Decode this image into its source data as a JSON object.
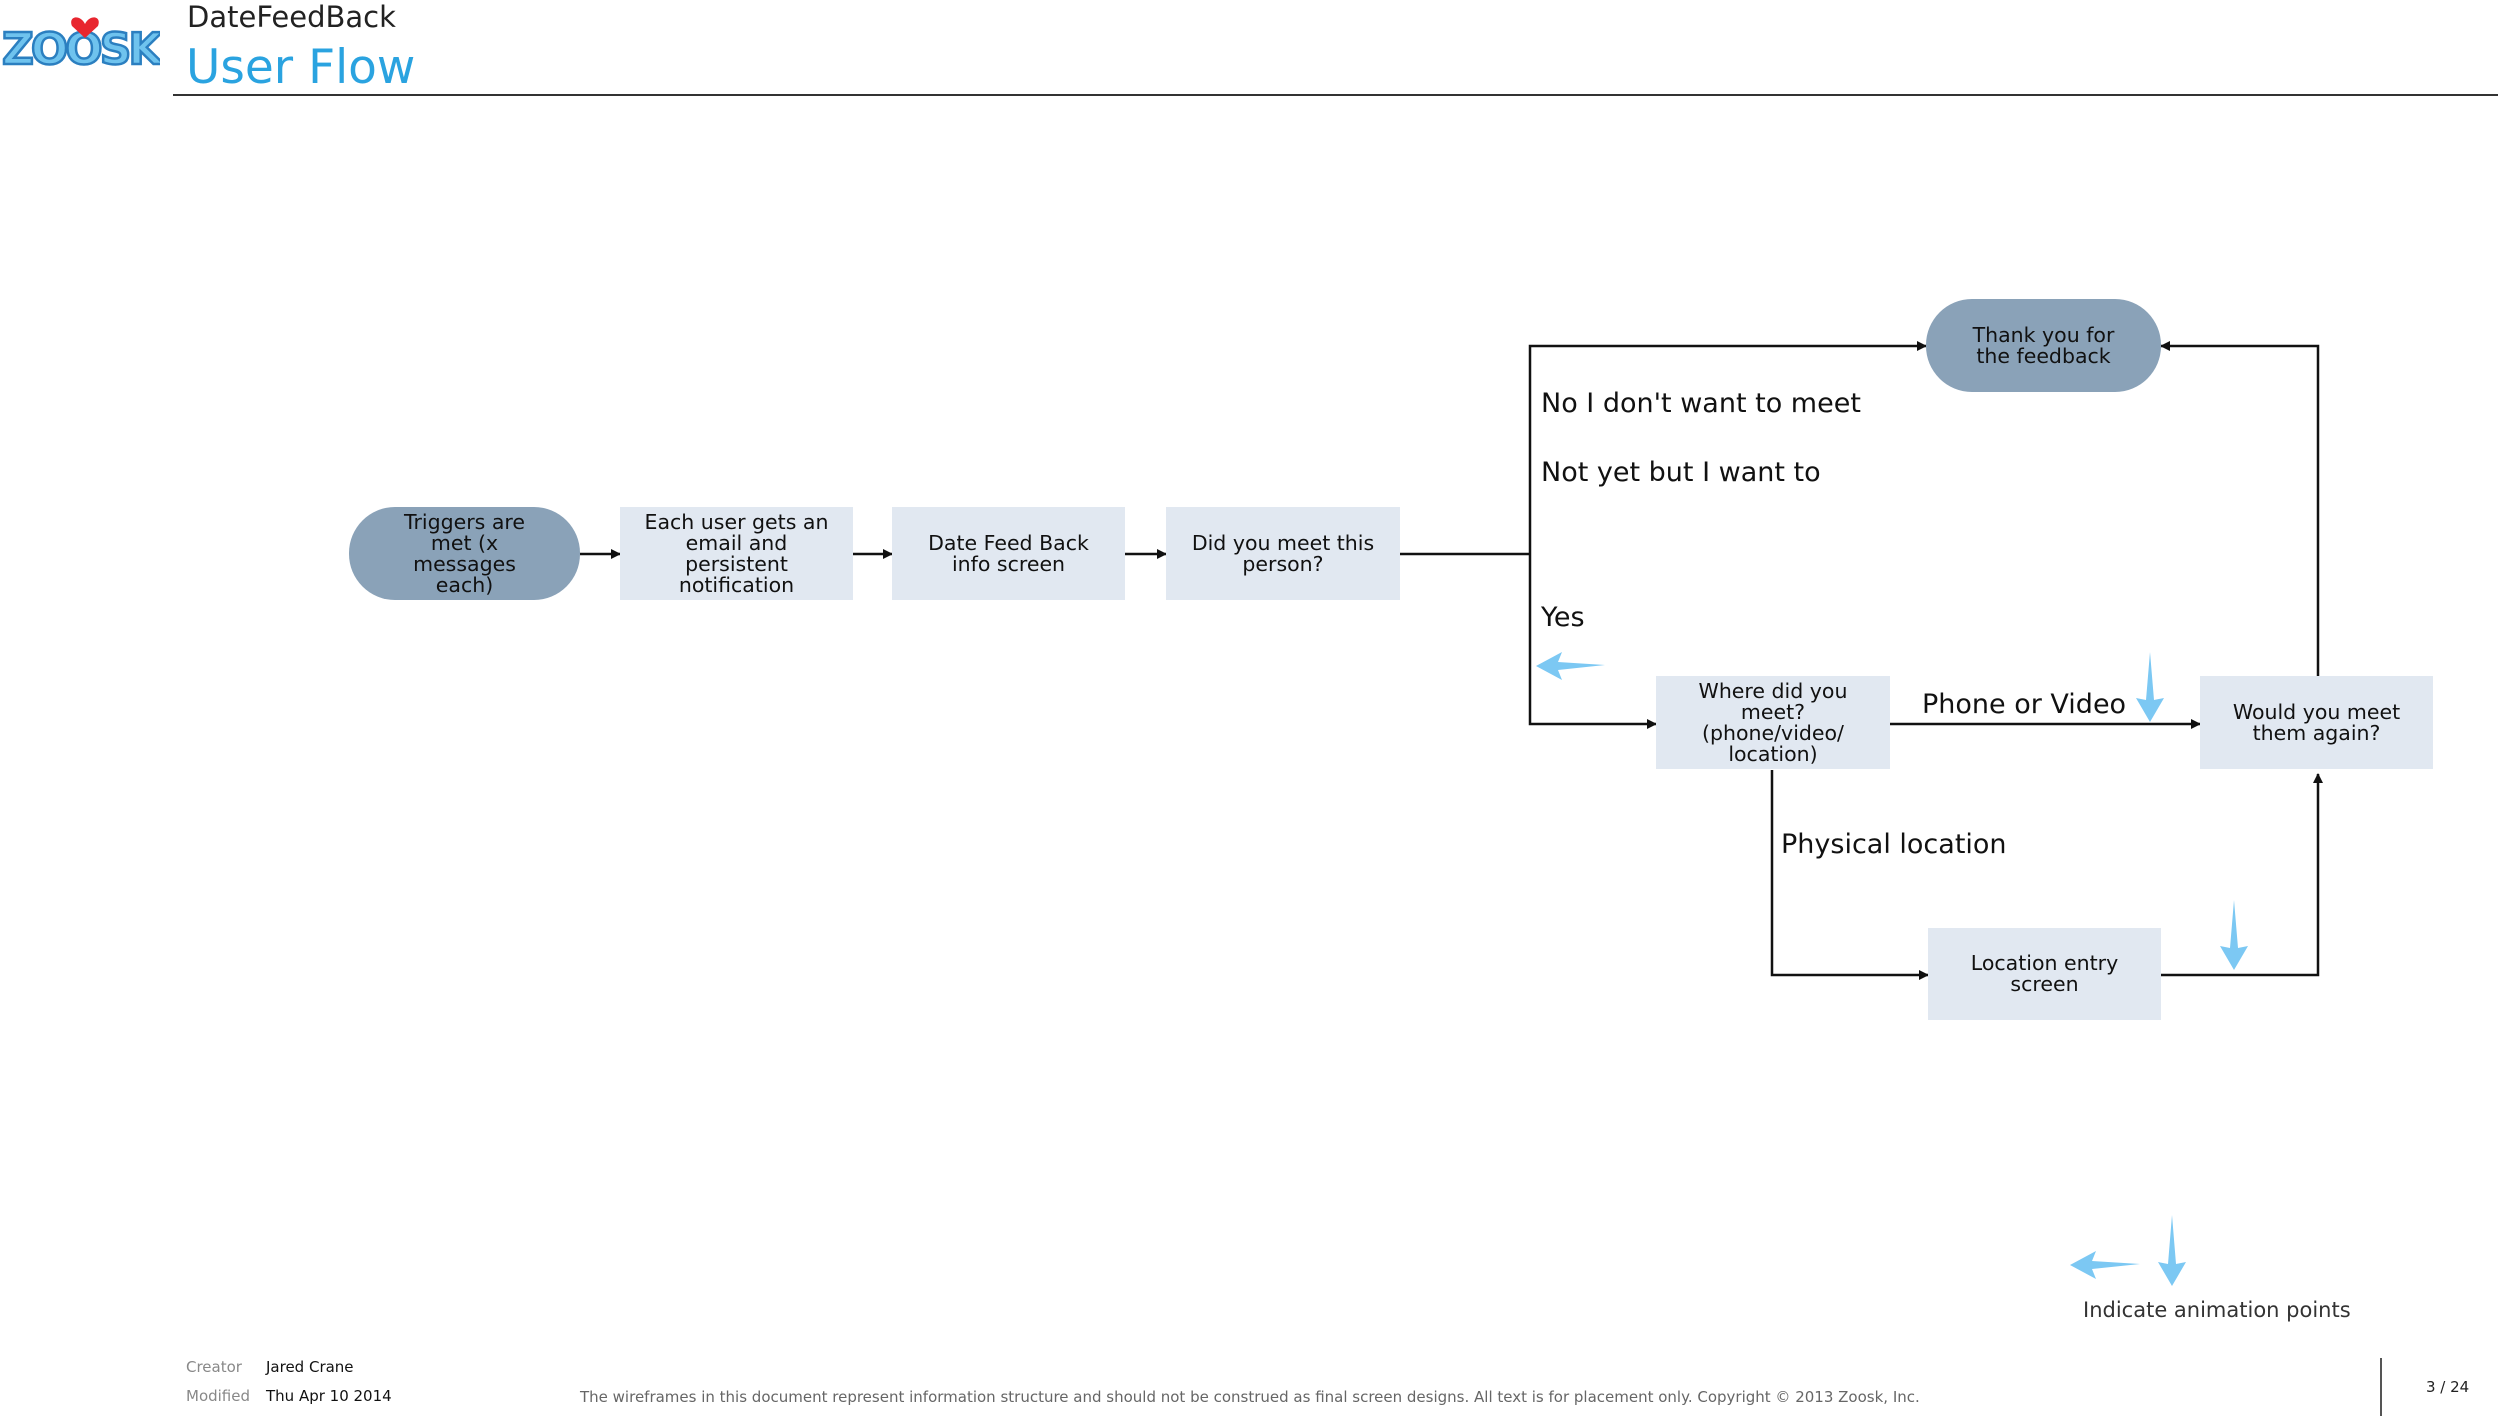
{
  "header": {
    "logo_text": "ZOOSK",
    "doc_title": "DateFeedBack",
    "page_title": "User Flow"
  },
  "flow": {
    "nodes": {
      "triggers": [
        "Triggers are",
        "met (x",
        "messages",
        "each)"
      ],
      "notification": [
        "Each user gets an",
        "email and",
        "persistent",
        "notification"
      ],
      "info_screen": [
        "Date Feed Back",
        "info screen"
      ],
      "did_meet": [
        "Did you meet this",
        "person?"
      ],
      "thank_you": [
        "Thank you for",
        "the feedback"
      ],
      "where_meet": [
        "Where did you",
        "meet?",
        "(phone/video/",
        "location)"
      ],
      "meet_again": [
        "Would you meet",
        "them again?"
      ],
      "location_entry": [
        "Location entry",
        "screen"
      ]
    },
    "edge_labels": {
      "no": "No I don't want to meet",
      "not_yet": "Not yet but I want to",
      "yes": "Yes",
      "phone_video": "Phone or Video",
      "physical": "Physical location"
    }
  },
  "legend": {
    "label": "Indicate animation points"
  },
  "footer": {
    "creator_key": "Creator",
    "creator_val": "Jared Crane",
    "modified_key": "Modified",
    "modified_val": "Thu Apr 10 2014",
    "disclaimer": "The wireframes in this document represent information structure and should not be construed as final screen designs.  All text is for placement only. Copyright © 2013 Zoosk, Inc.",
    "page": "3 / 24"
  },
  "colors": {
    "accent": "#2aa3e0",
    "terminal_node": "#8aa2b8",
    "process_node": "#e1e8f1",
    "animation_arrow": "#7cc8f3",
    "logo_heart": "#e8262f"
  }
}
